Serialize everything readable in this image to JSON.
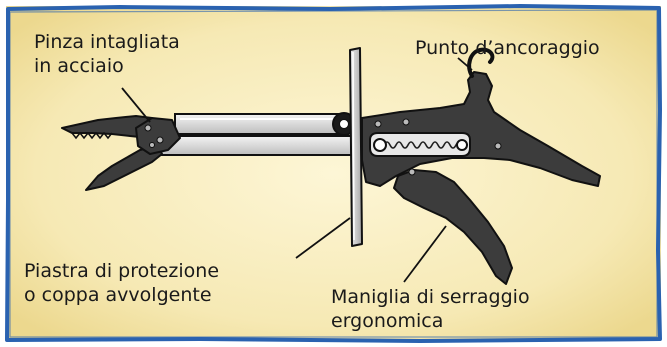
{
  "colors": {
    "frame": "#2a62b0",
    "background_center": "#fcf4cf",
    "background_edge": "#efdc94",
    "dark_metal": "#3c3c3c",
    "light_metal": "#dcdcdc",
    "outline": "#111111"
  },
  "labels": {
    "pinza": [
      "Pinza intagliata",
      "in acciaio"
    ],
    "punto": [
      "Punto d’ancoraggio"
    ],
    "piastra": [
      "Piastra di protezione",
      "o coppa avvolgente"
    ],
    "maniglia": [
      "Maniglia di serraggio",
      "ergonomica"
    ]
  }
}
